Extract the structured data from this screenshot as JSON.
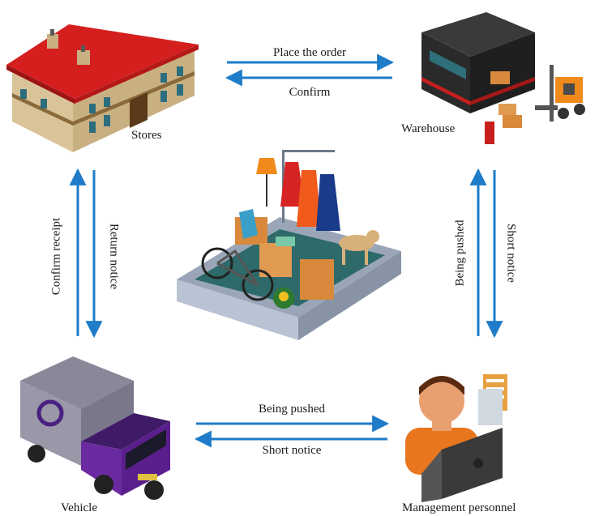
{
  "nodes": {
    "stores": "Stores",
    "warehouse": "Warehouse",
    "vehicle": "Vehicle",
    "management": "Management personnel"
  },
  "edges": {
    "stores_to_warehouse": "Place the order",
    "warehouse_to_stores": "Confirm",
    "vehicle_to_stores": "Confirm receipt",
    "stores_to_vehicle": "Return notice",
    "management_to_warehouse": "Being pushed",
    "warehouse_to_management": "Short notice",
    "vehicle_to_management": "Being pushed",
    "management_to_vehicle": "Short notice"
  },
  "colors": {
    "arrow": "#1e7cc8",
    "roof": "#d51f1f",
    "warehouse_body": "#2a2a2a",
    "forklift": "#f08a1c",
    "truck_cab": "#5a1f8c",
    "truck_box": "#9a97a8",
    "tablet": "#b9c3d3",
    "person_shirt": "#e8761e"
  },
  "icons": {
    "stores": "store-building-icon",
    "warehouse": "warehouse-forklift-icon",
    "vehicle": "delivery-truck-icon",
    "management": "manager-laptop-icon",
    "center": "ecommerce-tablet-icon"
  }
}
